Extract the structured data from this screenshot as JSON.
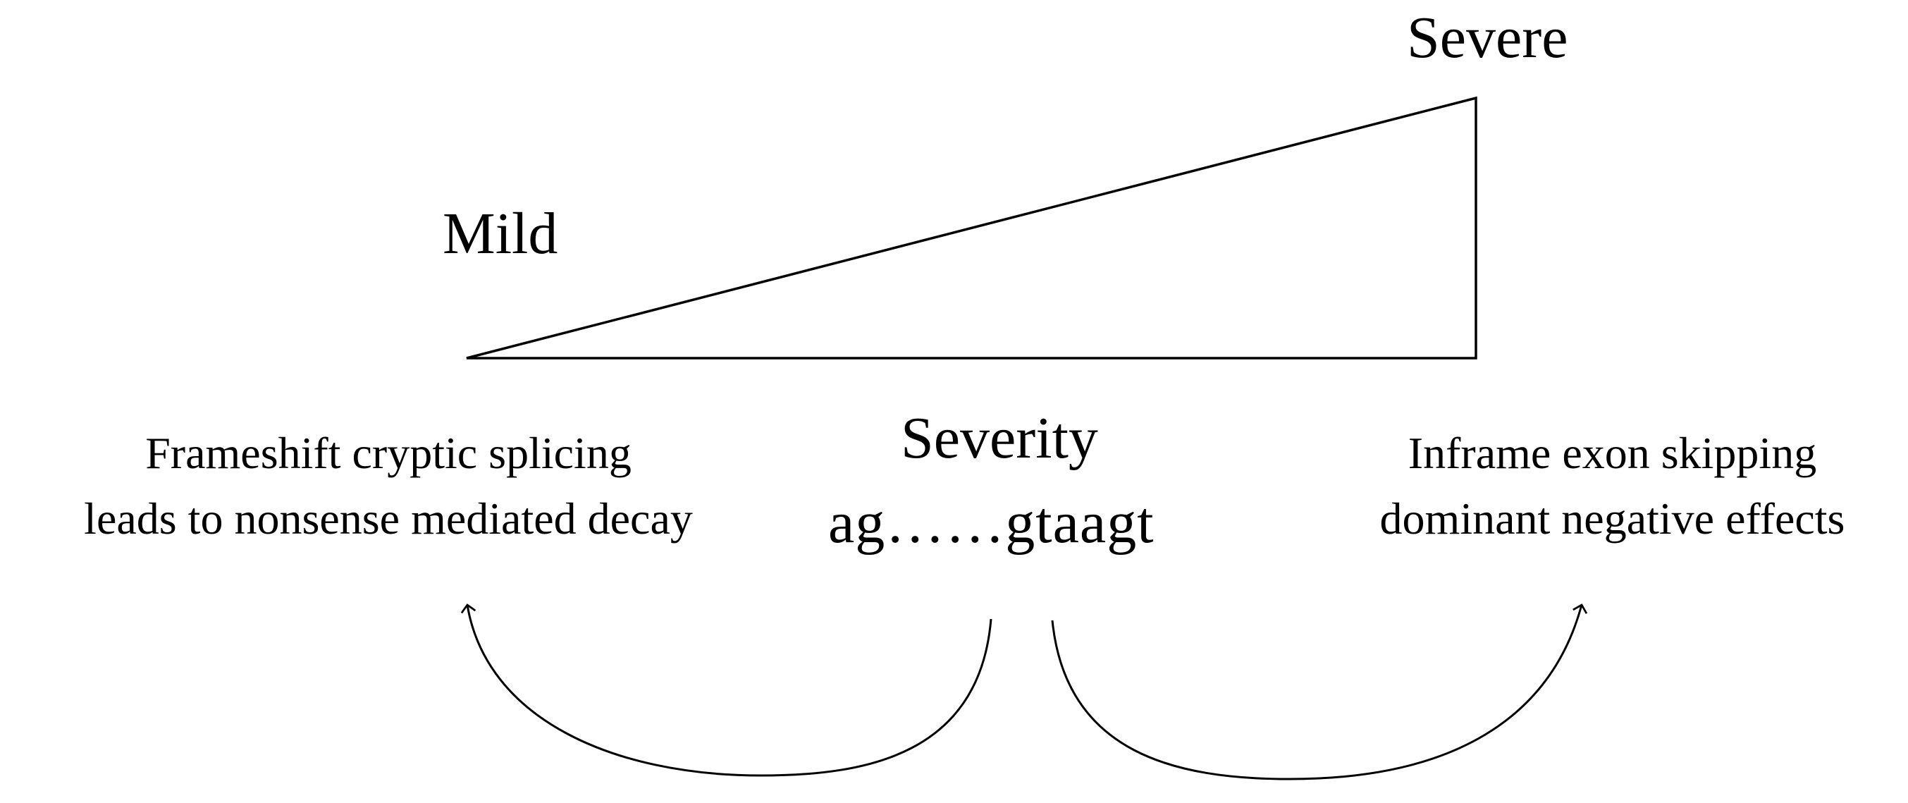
{
  "scale": {
    "low_label": "Mild",
    "high_label": "Severe"
  },
  "center": {
    "title": "Severity",
    "sequence": "ag……gtaagt"
  },
  "left_outcome": {
    "lines": [
      "Frameshift cryptic splicing",
      "leads to nonsense mediated decay"
    ]
  },
  "right_outcome": {
    "lines": [
      "Inframe exon skipping",
      "dominant negative  effects"
    ]
  },
  "colors": {
    "ink": "#000000",
    "background": "#ffffff"
  }
}
